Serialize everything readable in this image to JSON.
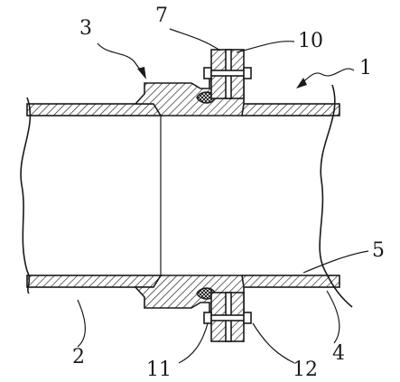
{
  "labels": {
    "pipe_right": "1",
    "pipe_left": "2",
    "socket": "3",
    "outer_wall": "4",
    "inner_wall": "5",
    "flange": "7",
    "bolt_top": "10",
    "bolt_bottom": "11",
    "nut_bottom": "12"
  }
}
